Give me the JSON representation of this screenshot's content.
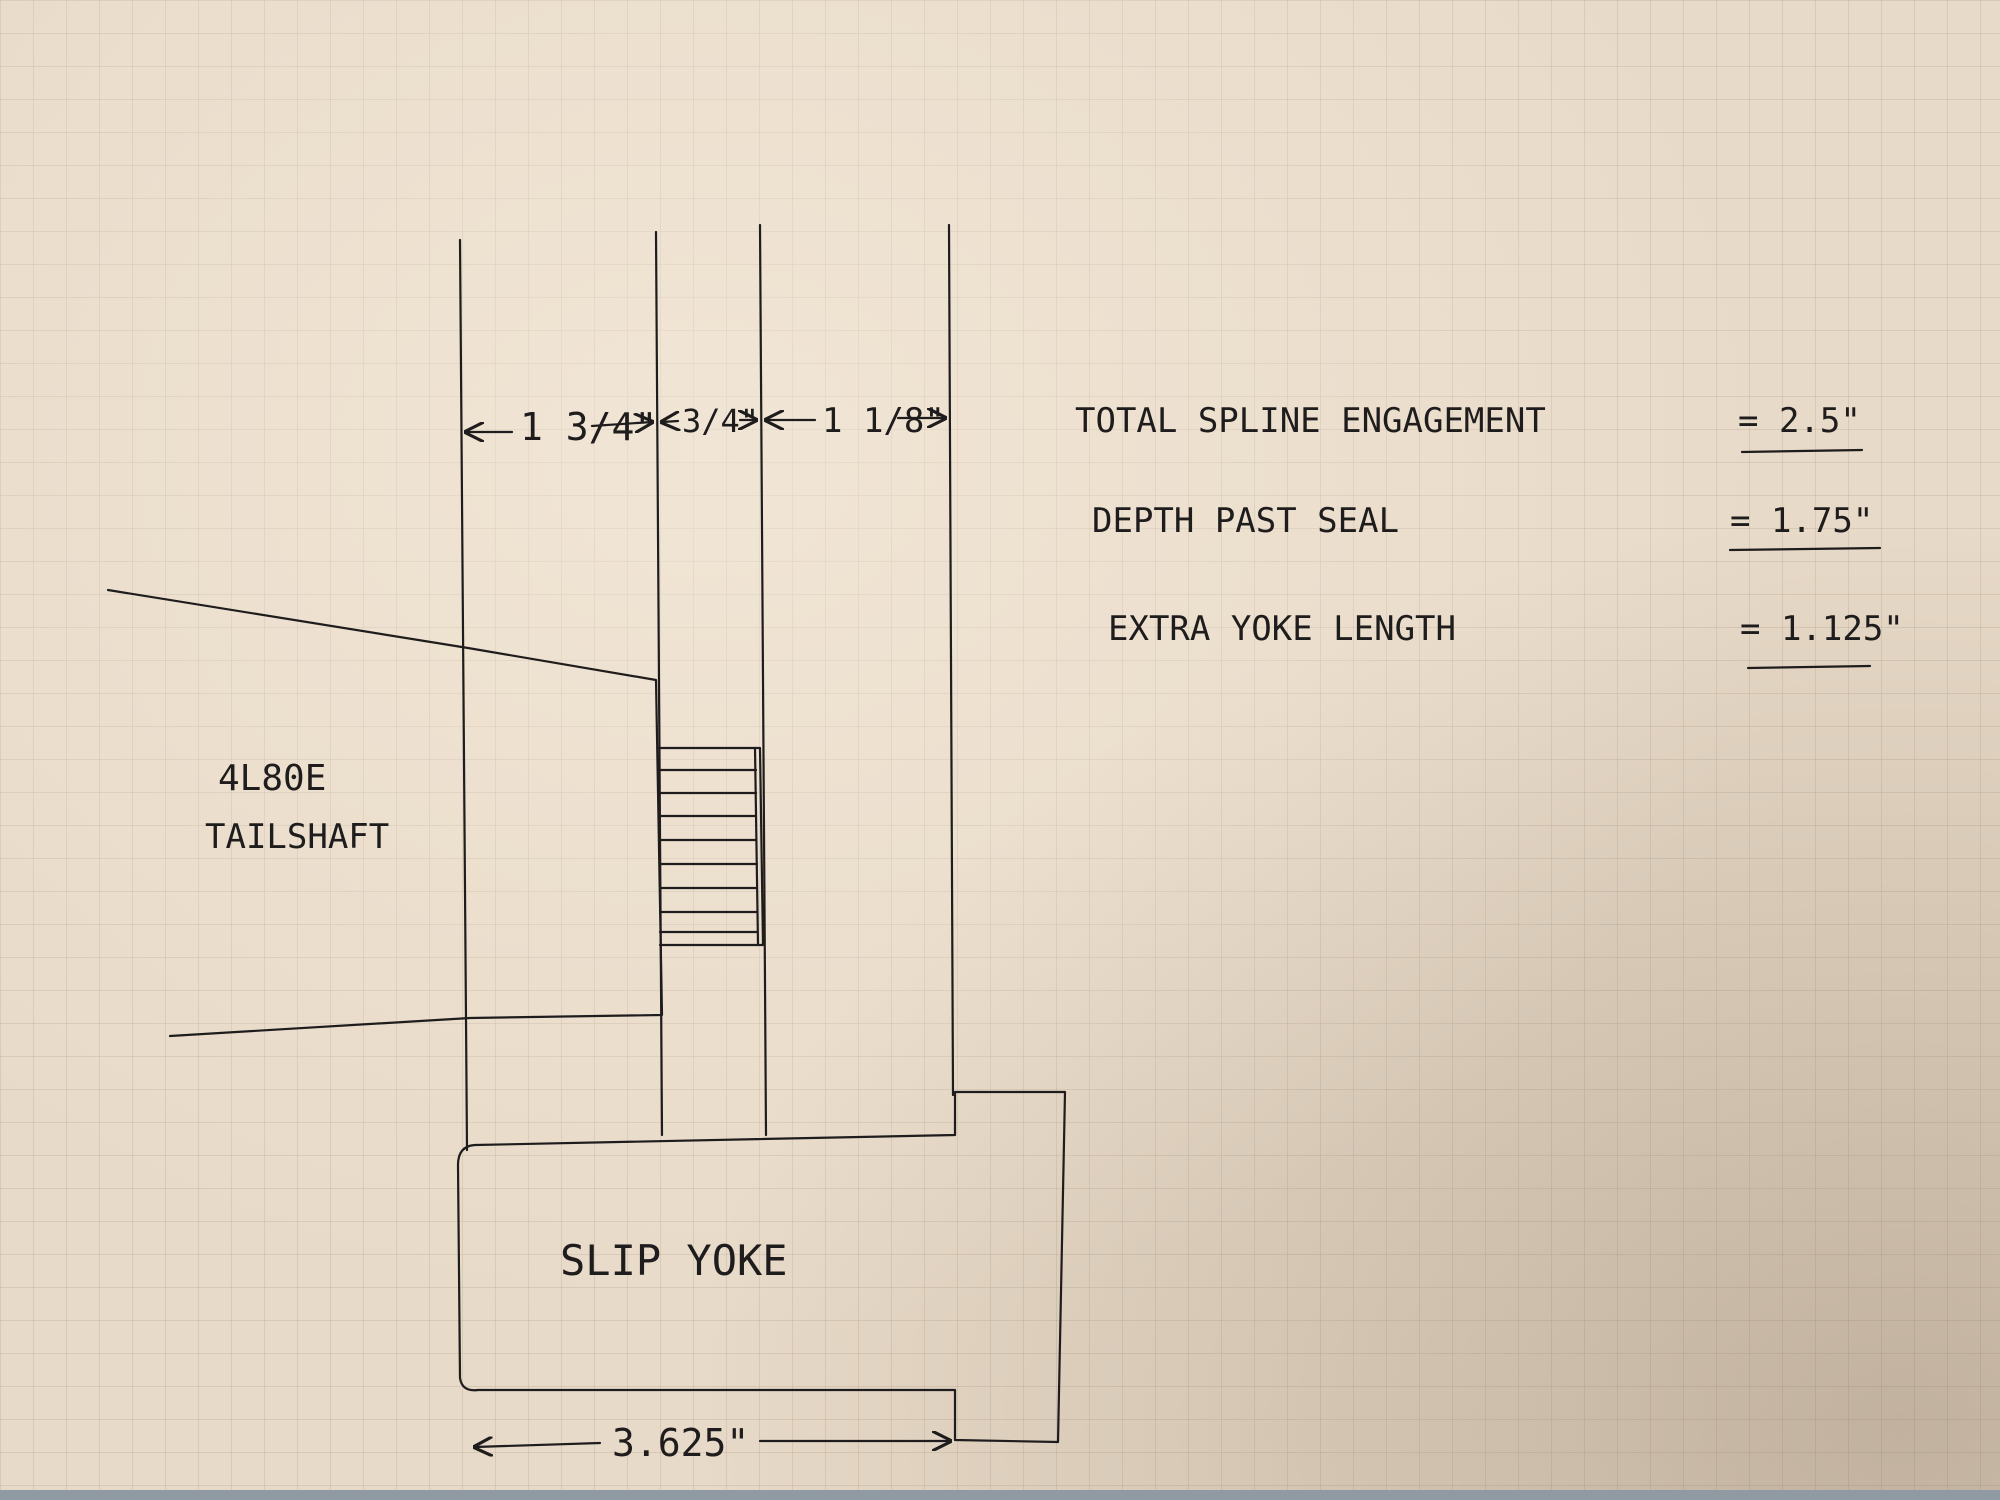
{
  "dimensions": {
    "part1": "1 3/4\"",
    "part2": "3/4\"",
    "part3": "1 1/8\"",
    "yoke_length": "3.625\""
  },
  "labels": {
    "tailshaft_line1": "4L80E",
    "tailshaft_line2": "TAILSHAFT",
    "slip_yoke": "SLIP YOKE"
  },
  "notes": [
    {
      "label": "TOTAL SPLINE ENGAGEMENT",
      "value": "= 2.5\""
    },
    {
      "label": "DEPTH PAST SEAL",
      "value": "= 1.75\""
    },
    {
      "label": "EXTRA YOKE LENGTH",
      "value": "= 1.125\""
    }
  ]
}
